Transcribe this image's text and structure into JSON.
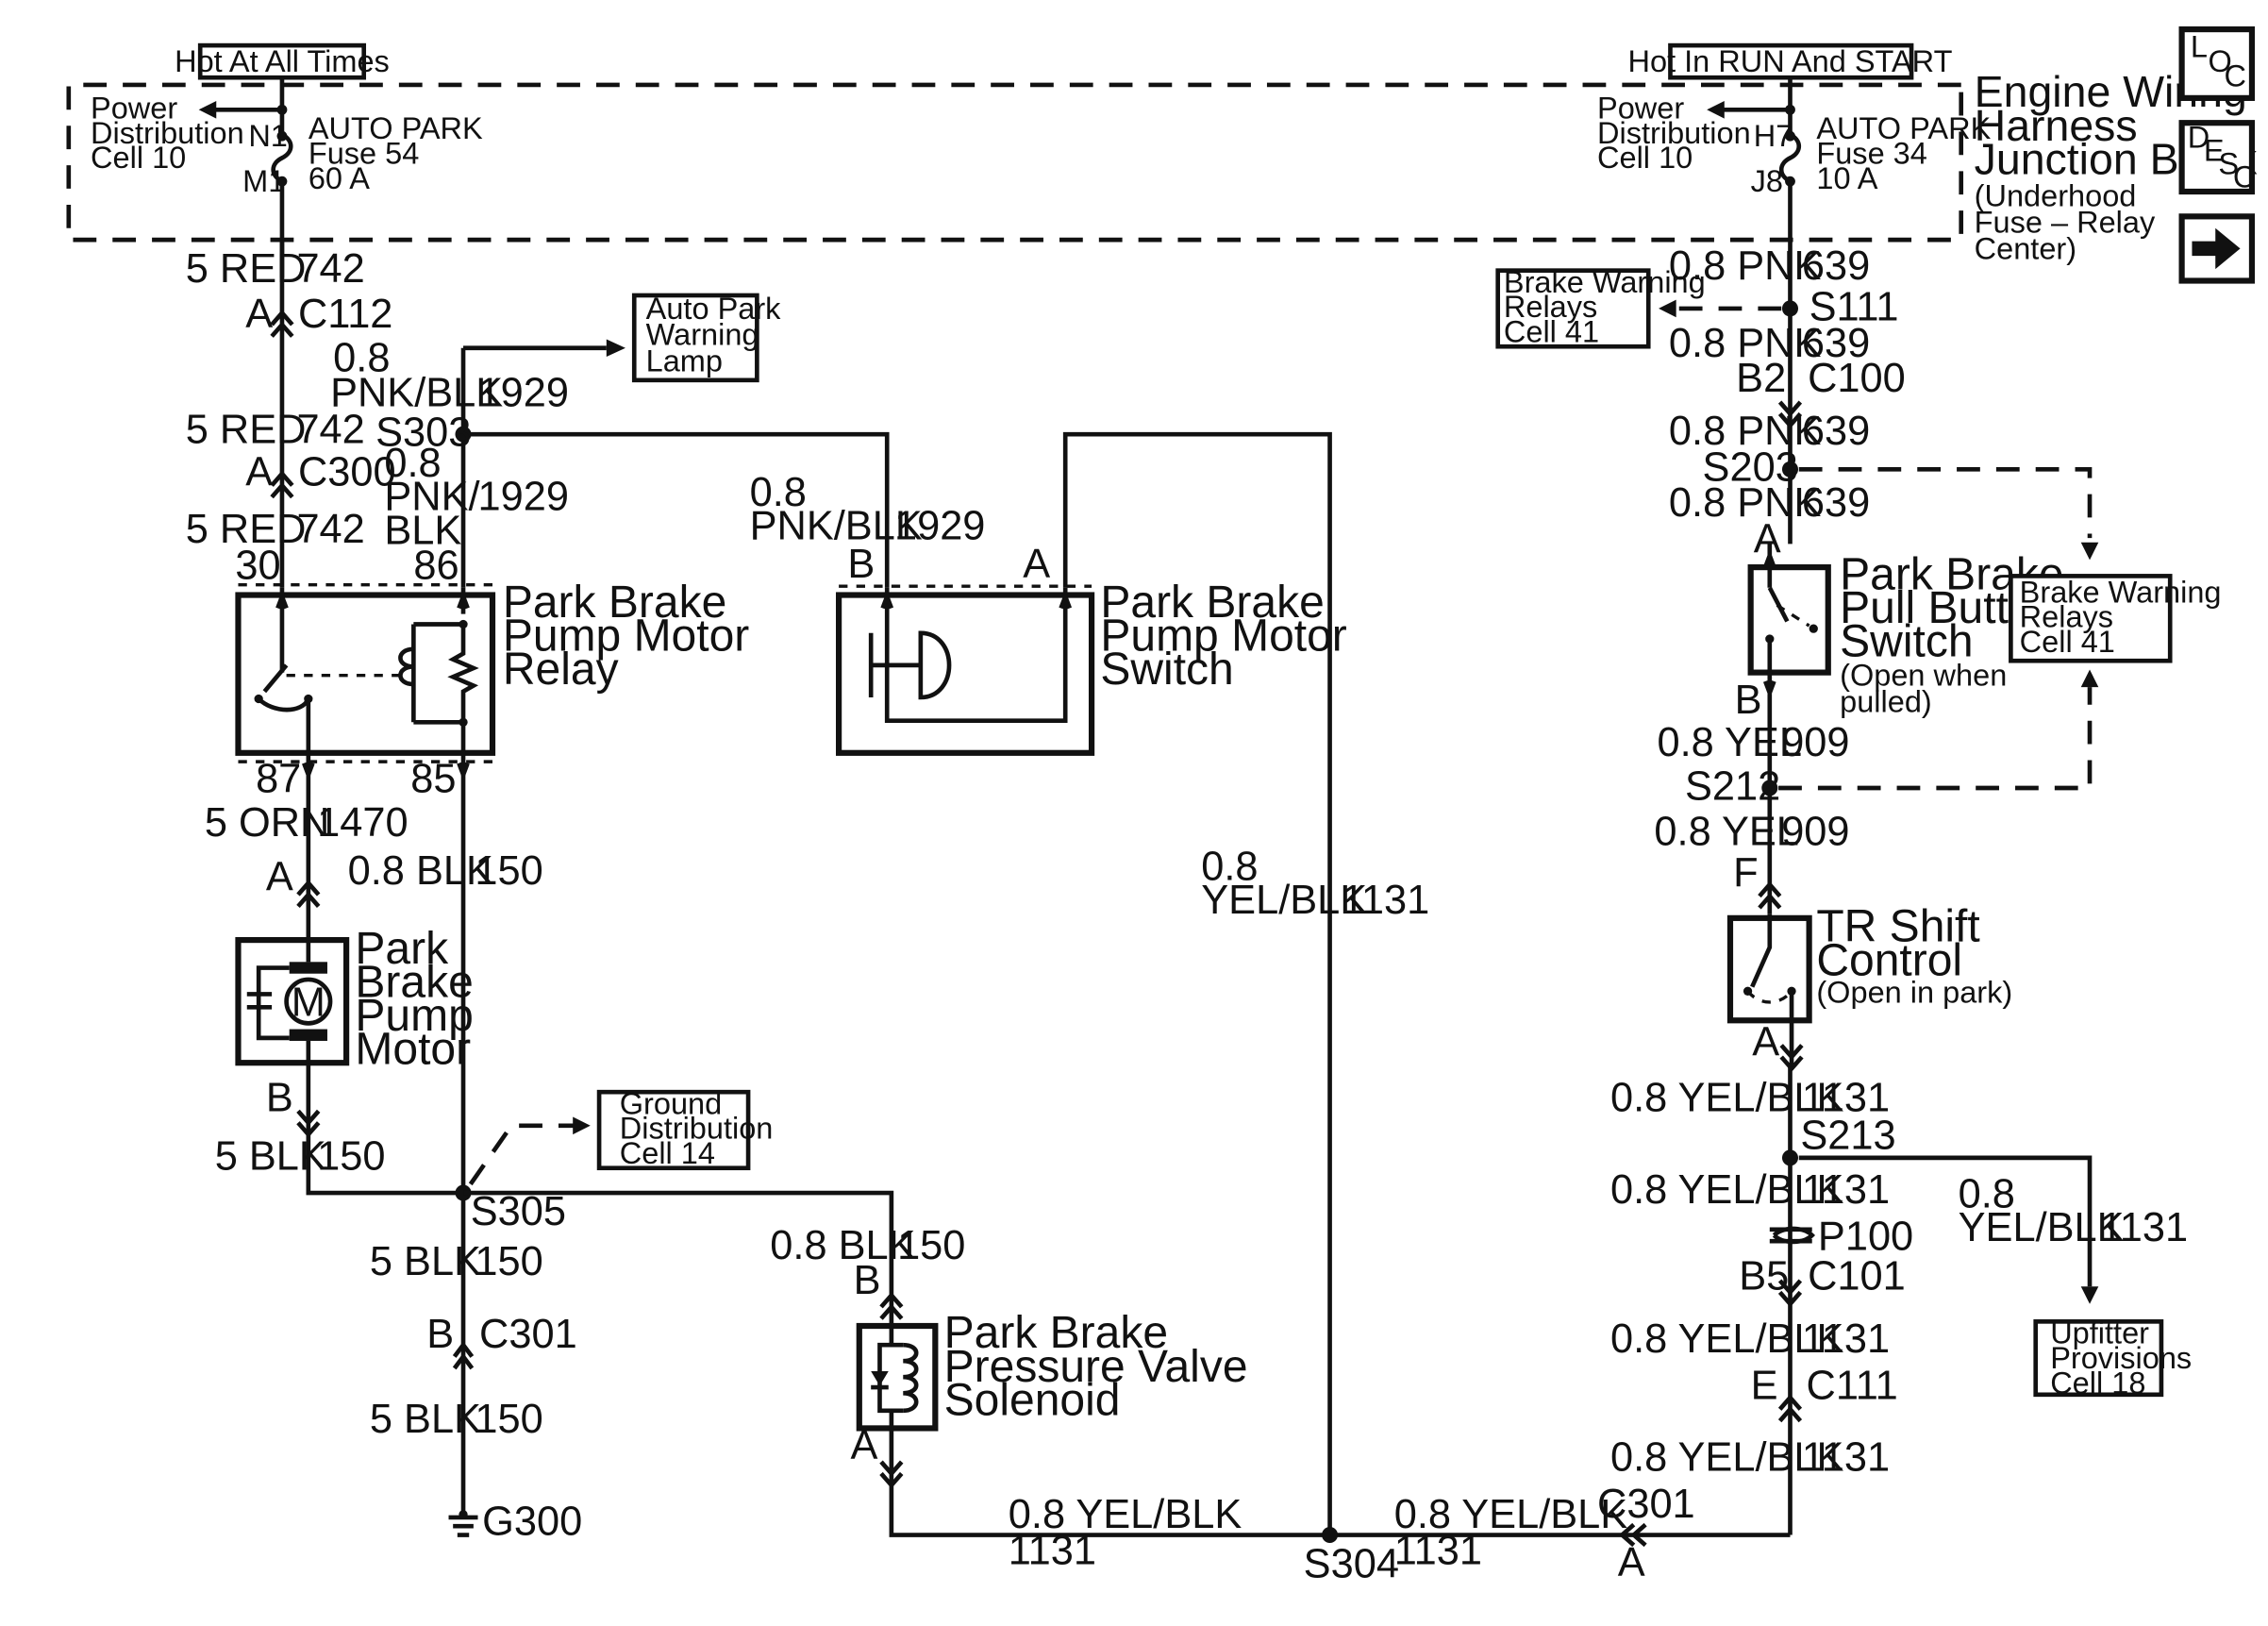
{
  "power": {
    "hot_all_times": "Hot At All Times",
    "hot_run_start": "Hot In RUN And START",
    "pdc_left": [
      "Power",
      "Distribution",
      "Cell 10"
    ],
    "pdc_right": [
      "Power",
      "Distribution",
      "Cell 10"
    ],
    "fuse_left": {
      "pin_top": "N1",
      "pin_bottom": "M1",
      "lines": [
        "AUTO PARK",
        "Fuse 54",
        "60 A"
      ]
    },
    "fuse_right": {
      "pin_top": "H7",
      "pin_bottom": "J8",
      "lines": [
        "AUTO PARK",
        "Fuse 34",
        "10 A"
      ]
    },
    "junction_block": [
      "Engine Wiring",
      "Harness",
      "Junction Block"
    ],
    "junction_block_sub": [
      "(Underhood",
      "Fuse – Relay",
      "Center)"
    ]
  },
  "nav": {
    "loc": [
      "L",
      "O",
      "C"
    ],
    "desc": [
      "D",
      "E",
      "S",
      "C"
    ],
    "arrow_icon": "right-arrow-icon"
  },
  "left": {
    "w1": [
      "5 RED",
      "742"
    ],
    "c112": [
      "A",
      "C112"
    ],
    "w2": [
      "5 RED",
      "742"
    ],
    "c300": [
      "A",
      "C300"
    ],
    "w3": [
      "5 RED",
      "742"
    ],
    "pin30": "30",
    "pin86": "86",
    "pnk_blk_top": [
      "0.8",
      "PNK/BLK",
      "1929"
    ],
    "s303": "S303",
    "pnk_blk_mid": [
      "0.8",
      "PNK/",
      "BLK",
      "1929"
    ],
    "auto_park_lamp": [
      "Auto Park",
      "Warning",
      "Lamp"
    ],
    "relay": [
      "Park Brake",
      "Pump Motor",
      "Relay"
    ],
    "pin87": "87",
    "pin85": "85",
    "orn": [
      "5 ORN",
      "1470"
    ],
    "motor_pin_a": "A",
    "blk150_a": [
      "0.8 BLK",
      "150"
    ],
    "motor": [
      "Park",
      "Brake",
      "Pump",
      "Motor"
    ],
    "motor_symbol": "M",
    "motor_pin_b": "B",
    "blk150_b": [
      "5 BLK",
      "150"
    ],
    "ground_dist": [
      "Ground",
      "Distribution",
      "Cell 14"
    ],
    "s305": "S305",
    "blk150_c": [
      "5 BLK",
      "150"
    ],
    "c301_b": [
      "B",
      "C301"
    ],
    "blk150_d": [
      "5 BLK",
      "150"
    ],
    "g300": "G300"
  },
  "center": {
    "switch_wire": [
      "0.8",
      "PNK/BLK",
      "1929"
    ],
    "switch_pin_b": "B",
    "switch_pin_a": "A",
    "switch": [
      "Park Brake",
      "Pump Motor",
      "Switch"
    ],
    "yel_blk_vert": [
      "0.8",
      "YEL/BLK",
      "1131"
    ],
    "solenoid_wire": [
      "0.8 BLK",
      "150"
    ],
    "solenoid_pin_b": "B",
    "solenoid": [
      "Park Brake",
      "Pressure Valve",
      "Solenoid"
    ],
    "solenoid_pin_a": "A",
    "bottom_left": [
      "0.8 YEL/BLK",
      "1131"
    ],
    "bottom_right": [
      "0.8 YEL/BLK",
      "1131"
    ],
    "s304": "S304",
    "c301_a": [
      "C301",
      "A"
    ]
  },
  "right": {
    "w639_a": [
      "0.8 PNK",
      "639"
    ],
    "s111": "S111",
    "brake_relays_top": [
      "Brake Warning",
      "Relays",
      "Cell 41"
    ],
    "w639_b": [
      "0.8 PNK",
      "639"
    ],
    "c100": [
      "B2",
      "C100"
    ],
    "w639_c": [
      "0.8 PNK",
      "639"
    ],
    "s203": "S203",
    "w639_d": [
      "0.8 PNK",
      "639"
    ],
    "pull_pin_a": "A",
    "pull_switch": [
      "Park Brake",
      "Pull Button",
      "Switch"
    ],
    "pull_switch_note": [
      "(Open when",
      "pulled)"
    ],
    "brake_relays_right": [
      "Brake Warning",
      "Relays",
      "Cell 41"
    ],
    "pull_pin_b": "B",
    "w909_a": [
      "0.8 YEL",
      "909"
    ],
    "s212": "S212",
    "w909_b": [
      "0.8 YEL",
      "909"
    ],
    "tr_pin_f": "F",
    "tr_shift": [
      "TR Shift",
      "Control"
    ],
    "tr_note": "(Open in park)",
    "tr_pin_a": "A",
    "w1131_a": [
      "0.8 YEL/BLK",
      "1131"
    ],
    "s213": "S213",
    "w1131_b": [
      "0.8 YEL/BLK",
      "1131"
    ],
    "p100": "P100",
    "c101": [
      "B5",
      "C101"
    ],
    "w1131_c": [
      "0.8 YEL/BLK",
      "1131"
    ],
    "c111": [
      "E",
      "C111"
    ],
    "w1131_d": [
      "0.8 YEL/BLK",
      "1131"
    ],
    "upfitter_wire": [
      "0.8",
      "YEL/BLK",
      "1131"
    ],
    "upfitter": [
      "Upfitter",
      "Provisions",
      "Cell 18"
    ]
  }
}
